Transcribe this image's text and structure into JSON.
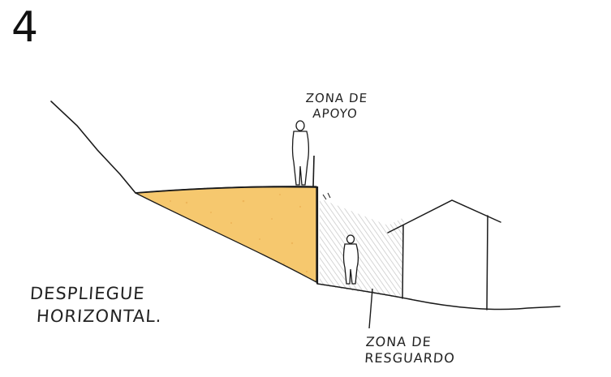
{
  "step_number": "4",
  "labels": {
    "zona_apoyo": [
      "ZONA DE",
      "APOYO"
    ],
    "zona_resguardo": [
      "ZONA DE",
      "RESGUARDO"
    ],
    "despliegue": [
      "DESPLIEGUE",
      "HORIZONTAL."
    ]
  },
  "colors": {
    "ink": "#1a1a1a",
    "fill_terraplen": "#f6c86e",
    "shade_zone": "#cfcfcf"
  }
}
